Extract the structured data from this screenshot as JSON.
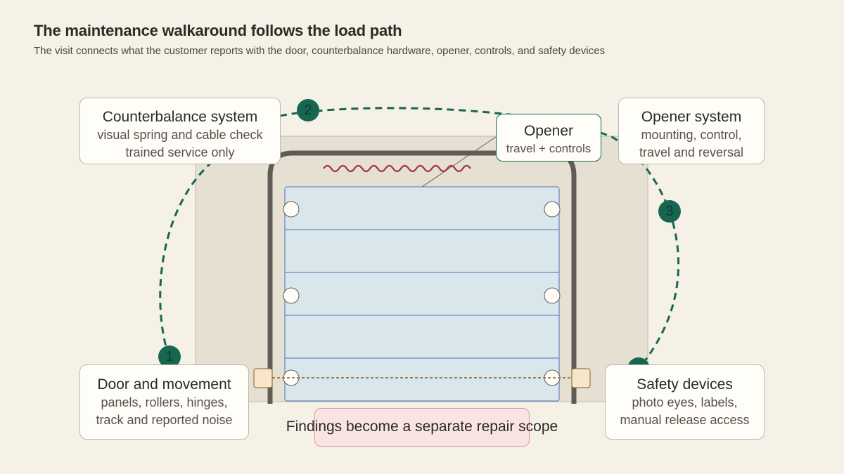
{
  "header": {
    "title": "The maintenance walkaround follows the load path",
    "subtitle": "The visit connects what the customer reports with the door, counterbalance hardware, opener, controls, and safety devices"
  },
  "cards": {
    "counterbalance": {
      "title": "Counterbalance system",
      "line1": "visual spring and cable check",
      "line2": "trained service only"
    },
    "opener_system": {
      "title": "Opener system",
      "line1": "mounting, control,",
      "line2": "travel and reversal"
    },
    "opener": {
      "title": "Opener",
      "line1": "travel + controls"
    },
    "door": {
      "title": "Door and movement",
      "line1": "panels, rollers, hinges,",
      "line2": "track and reported noise"
    },
    "safety": {
      "title": "Safety devices",
      "line1": "photo eyes, labels,",
      "line2": "manual release access"
    }
  },
  "steps": [
    "1",
    "2",
    "3"
  ],
  "footer": {
    "scope_label": "Findings become a separate repair scope"
  },
  "colors": {
    "accent_green": "#17664f",
    "door_panel": "#d9e6ec",
    "panel_line": "#4a73b8",
    "spring_red": "#a83232",
    "frame": "#5e5c55",
    "beam": "#8a5a22",
    "sensor": "#f7e6cc",
    "scope_fill": "#fae3e3"
  }
}
